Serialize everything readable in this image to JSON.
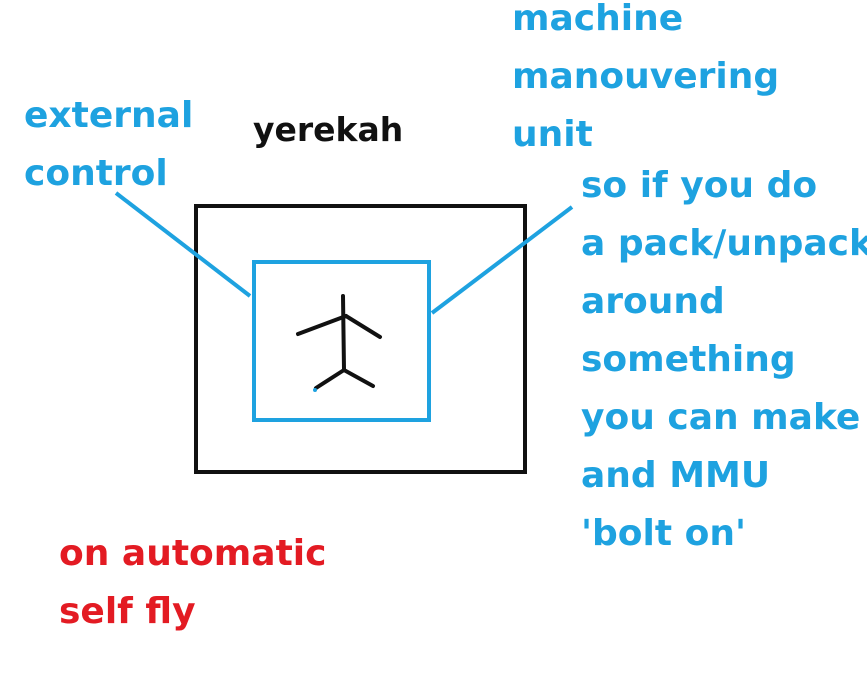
{
  "title": "yerekah",
  "labels": {
    "machine_unit": [
      "machine",
      "manouvering",
      "unit"
    ],
    "external_control": [
      "external",
      "control"
    ],
    "pack_note": [
      "so if you do",
      "a pack/unpack",
      "around",
      "something",
      "you can make",
      "and MMU",
      "'bolt on'"
    ],
    "automatic_note": [
      "on automatic",
      "self fly"
    ]
  },
  "colors": {
    "blue": "#1ea2e0",
    "red": "#e31b23",
    "black": "#111111"
  }
}
